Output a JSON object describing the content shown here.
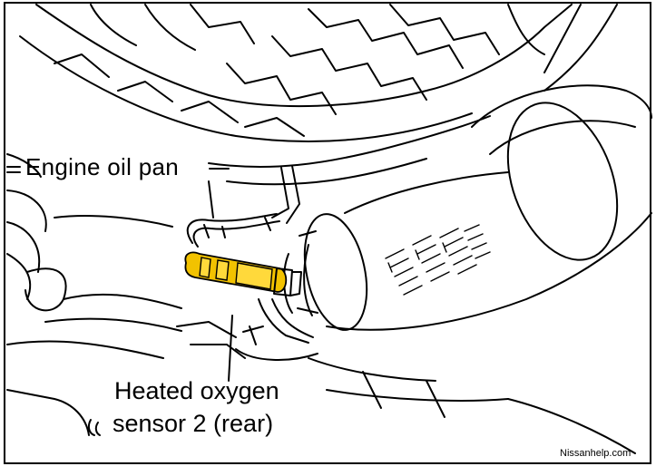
{
  "labels": {
    "oil_pan": "Engine oil pan",
    "sensor_line1": "Heated oxygen",
    "sensor_line2": "sensor 2 (rear)",
    "watermark": "Nissanhelp.com"
  },
  "colors": {
    "line": "#000000",
    "background": "#ffffff",
    "sensor_highlight": "#f2c200",
    "sensor_highlight_light": "#ffd93b"
  }
}
